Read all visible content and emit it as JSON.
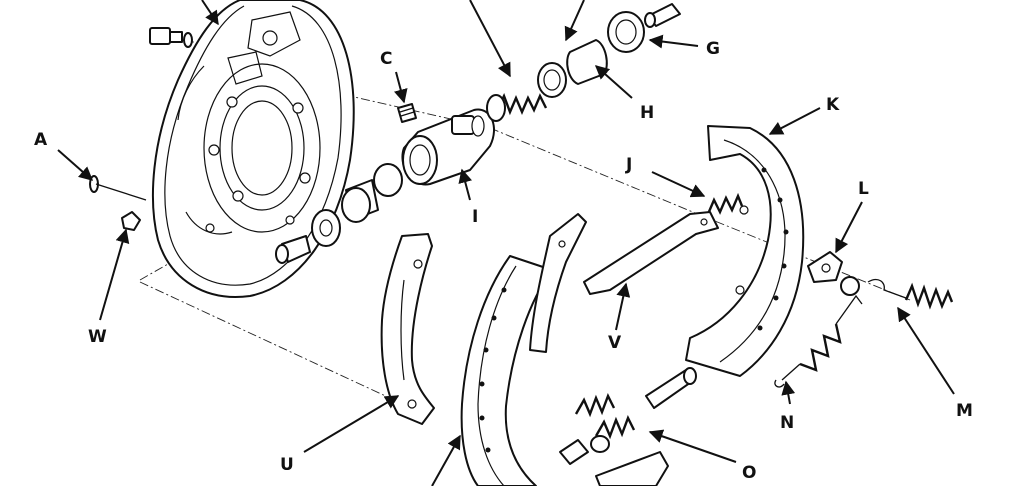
{
  "colors": {
    "ink": "#111111",
    "paper": "#ffffff"
  },
  "callouts": {
    "a": "A",
    "c": "C",
    "g": "G",
    "h": "H",
    "i": "I",
    "j": "J",
    "k": "K",
    "l": "L",
    "m": "M",
    "n": "N",
    "o": "O",
    "u": "U",
    "v": "V",
    "w": "W"
  }
}
